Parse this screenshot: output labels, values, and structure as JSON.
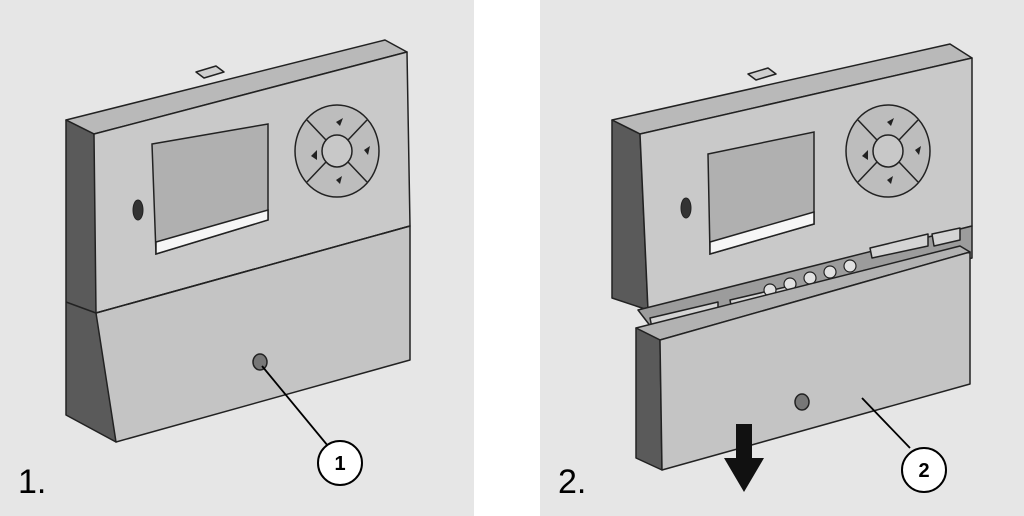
{
  "steps": [
    {
      "label": "1.",
      "callout": "1"
    },
    {
      "label": "2.",
      "callout": "2"
    }
  ],
  "colors": {
    "background": "#e6e6e6",
    "housing_front": "#c8c8c8",
    "housing_side": "#585858",
    "housing_top": "#b4b4b4",
    "outline": "#222222"
  }
}
